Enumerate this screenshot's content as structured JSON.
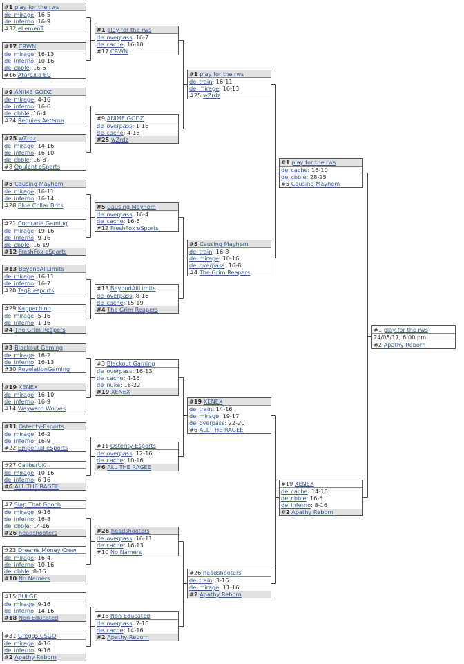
{
  "rounds": [
    [
      {
        "teams": [
          {
            "seed": "#1",
            "name": "play for the rws",
            "win": true
          },
          {
            "seed": "#32",
            "name": "eLemenT",
            "win": false
          }
        ],
        "maps": [
          {
            "map": "de_mirage",
            "score": ": 16-5"
          },
          {
            "map": "de_inferno",
            "score": ": 16-9"
          }
        ]
      },
      {
        "teams": [
          {
            "seed": "#17",
            "name": "CRWN",
            "win": true
          },
          {
            "seed": "#16",
            "name": "Ataraxia EU",
            "win": false
          }
        ],
        "maps": [
          {
            "map": "de_mirage",
            "score": ": 16-13"
          },
          {
            "map": "de_inferno",
            "score": ": 10-16"
          },
          {
            "map": "de_cbble",
            "score": ": 16-6"
          }
        ]
      },
      {
        "teams": [
          {
            "seed": "#9",
            "name": "ANIME GODZ",
            "win": true
          },
          {
            "seed": "#24",
            "name": "Requies Aeterna",
            "win": false
          }
        ],
        "maps": [
          {
            "map": "de_mirage",
            "score": ": 4-16"
          },
          {
            "map": "de_inferno",
            "score": ": 16-6"
          },
          {
            "map": "de_cbble",
            "score": ": 16-4"
          }
        ]
      },
      {
        "teams": [
          {
            "seed": "#25",
            "name": "wZrdz",
            "win": true
          },
          {
            "seed": "#8",
            "name": "Opulent eSports",
            "win": false
          }
        ],
        "maps": [
          {
            "map": "de_mirage",
            "score": ": 14-16"
          },
          {
            "map": "de_inferno",
            "score": ": 16-10"
          },
          {
            "map": "de_cbble",
            "score": ": 16-8"
          }
        ]
      },
      {
        "teams": [
          {
            "seed": "#5",
            "name": "Causing Mayhem",
            "win": true
          },
          {
            "seed": "#28",
            "name": "Blue Collar Brits",
            "win": false
          }
        ],
        "maps": [
          {
            "map": "de_mirage",
            "score": ": 16-11"
          },
          {
            "map": "de_inferno",
            "score": ": 16-14"
          }
        ]
      },
      {
        "teams": [
          {
            "seed": "#21",
            "name": "Comrade Gaming",
            "win": false
          },
          {
            "seed": "#12",
            "name": "FreshFox eSports",
            "win": true
          }
        ],
        "maps": [
          {
            "map": "de_mirage",
            "score": ": 19-16"
          },
          {
            "map": "de_inferno",
            "score": ": 9-16"
          },
          {
            "map": "de_cbble",
            "score": ": 16-19"
          }
        ]
      },
      {
        "teams": [
          {
            "seed": "#13",
            "name": "BeyondAllLimits",
            "win": true
          },
          {
            "seed": "#20",
            "name": "TeqR esports",
            "win": false
          }
        ],
        "maps": [
          {
            "map": "de_mirage",
            "score": ": 16-11"
          },
          {
            "map": "de_inferno",
            "score": ": 16-7"
          }
        ]
      },
      {
        "teams": [
          {
            "seed": "#29",
            "name": "Kappachino",
            "win": false
          },
          {
            "seed": "#4",
            "name": "The Grim Reapers",
            "win": true
          }
        ],
        "maps": [
          {
            "map": "de_mirage",
            "score": ": 5-16"
          },
          {
            "map": "de_inferno",
            "score": ": 1-16"
          }
        ]
      },
      {
        "teams": [
          {
            "seed": "#3",
            "name": "Blackout Gaming",
            "win": true
          },
          {
            "seed": "#30",
            "name": "RevelationGaming",
            "win": false
          }
        ],
        "maps": [
          {
            "map": "de_mirage",
            "score": ": 16-2"
          },
          {
            "map": "de_inferno",
            "score": ": 16-13"
          }
        ]
      },
      {
        "teams": [
          {
            "seed": "#19",
            "name": "XENEX",
            "win": true
          },
          {
            "seed": "#14",
            "name": "Wayward Wolves",
            "win": false
          }
        ],
        "maps": [
          {
            "map": "de_mirage",
            "score": ": 16-10"
          },
          {
            "map": "de_inferno",
            "score": ": 16-9"
          }
        ]
      },
      {
        "teams": [
          {
            "seed": "#11",
            "name": "Osterity-Esports",
            "win": true
          },
          {
            "seed": "#22",
            "name": "Emperiial eSports",
            "win": false
          }
        ],
        "maps": [
          {
            "map": "de_mirage",
            "score": ": 16-2"
          },
          {
            "map": "de_inferno",
            "score": ": 16-9"
          }
        ]
      },
      {
        "teams": [
          {
            "seed": "#27",
            "name": "CaliberUK",
            "win": false
          },
          {
            "seed": "#6",
            "name": "ALL THE RAGEE",
            "win": true
          }
        ],
        "maps": [
          {
            "map": "de_mirage",
            "score": ": 10-16"
          },
          {
            "map": "de_inferno",
            "score": ": 6-16"
          }
        ]
      },
      {
        "teams": [
          {
            "seed": "#7",
            "name": "Slap That Gooch",
            "win": false
          },
          {
            "seed": "#26",
            "name": "headshooters",
            "win": true
          }
        ],
        "maps": [
          {
            "map": "de_mirage",
            "score": ": 9-16"
          },
          {
            "map": "de_inferno",
            "score": ": 16-8"
          },
          {
            "map": "de_cbble",
            "score": ": 14-16"
          }
        ]
      },
      {
        "teams": [
          {
            "seed": "#23",
            "name": "Dreams Money Crew",
            "win": false
          },
          {
            "seed": "#10",
            "name": "No Namers",
            "win": true
          }
        ],
        "maps": [
          {
            "map": "de_mirage",
            "score": ": 16-4"
          },
          {
            "map": "de_inferno",
            "score": ": 10-16"
          },
          {
            "map": "de_cbble",
            "score": ": 8-16"
          }
        ]
      },
      {
        "teams": [
          {
            "seed": "#15",
            "name": "BULGE",
            "win": false
          },
          {
            "seed": "#18",
            "name": "Non Educated",
            "win": true
          }
        ],
        "maps": [
          {
            "map": "de_mirage",
            "score": ": 9-16"
          },
          {
            "map": "de_inferno",
            "score": ": 14-16"
          }
        ]
      },
      {
        "teams": [
          {
            "seed": "#31",
            "name": "Greggs CSGO",
            "win": false
          },
          {
            "seed": "#2",
            "name": "Apathy Reborn",
            "win": true
          }
        ],
        "maps": [
          {
            "map": "de_mirage",
            "score": ": 4-16"
          },
          {
            "map": "de_inferno",
            "score": ": 9-16"
          }
        ]
      }
    ],
    [
      {
        "teams": [
          {
            "seed": "#1",
            "name": "play for the rws",
            "win": true
          },
          {
            "seed": "#17",
            "name": "CRWN",
            "win": false
          }
        ],
        "maps": [
          {
            "map": "de_overpass",
            "score": ": 16-7"
          },
          {
            "map": "de_cache",
            "score": ": 16-10"
          }
        ]
      },
      {
        "teams": [
          {
            "seed": "#9",
            "name": "ANIME GODZ",
            "win": false
          },
          {
            "seed": "#25",
            "name": "wZrdz",
            "win": true
          }
        ],
        "maps": [
          {
            "map": "de_overpass",
            "score": ": 1-16"
          },
          {
            "map": "de_cache",
            "score": ": 4-16"
          }
        ]
      },
      {
        "teams": [
          {
            "seed": "#5",
            "name": "Causing Mayhem",
            "win": true
          },
          {
            "seed": "#12",
            "name": "FreshFox eSports",
            "win": false
          }
        ],
        "maps": [
          {
            "map": "de_overpass",
            "score": ": 16-4"
          },
          {
            "map": "de_cache",
            "score": ": 16-6"
          }
        ]
      },
      {
        "teams": [
          {
            "seed": "#13",
            "name": "BeyondAllLimits",
            "win": false
          },
          {
            "seed": "#4",
            "name": "The Grim Reapers",
            "win": true
          }
        ],
        "maps": [
          {
            "map": "de_overpass",
            "score": ": 8-16"
          },
          {
            "map": "de_cache",
            "score": ": 15-19"
          }
        ]
      },
      {
        "teams": [
          {
            "seed": "#3",
            "name": "Blackout Gaming",
            "win": false
          },
          {
            "seed": "#19",
            "name": "XENEX",
            "win": true
          }
        ],
        "maps": [
          {
            "map": "de_overpass",
            "score": ": 16-13"
          },
          {
            "map": "de_cache",
            "score": ": 4-16"
          },
          {
            "map": "de_nuke",
            "score": ": 18-22"
          }
        ]
      },
      {
        "teams": [
          {
            "seed": "#11",
            "name": "Osterity-Esports",
            "win": false
          },
          {
            "seed": "#6",
            "name": "ALL THE RAGEE",
            "win": true
          }
        ],
        "maps": [
          {
            "map": "de_overpass",
            "score": ": 12-16"
          },
          {
            "map": "de_cache",
            "score": ": 10-16"
          }
        ]
      },
      {
        "teams": [
          {
            "seed": "#26",
            "name": "headshooters",
            "win": true
          },
          {
            "seed": "#10",
            "name": "No Namers",
            "win": false
          }
        ],
        "maps": [
          {
            "map": "de_overpass",
            "score": ": 16-11"
          },
          {
            "map": "de_cache",
            "score": ": 16-13"
          }
        ]
      },
      {
        "teams": [
          {
            "seed": "#18",
            "name": "Non Educated",
            "win": false
          },
          {
            "seed": "#2",
            "name": "Apathy Reborn",
            "win": true
          }
        ],
        "maps": [
          {
            "map": "de_overpass",
            "score": ": 7-16"
          },
          {
            "map": "de_cache",
            "score": ": 14-16"
          }
        ]
      }
    ],
    [
      {
        "teams": [
          {
            "seed": "#1",
            "name": "play for the rws",
            "win": true
          },
          {
            "seed": "#25",
            "name": "wZrdz",
            "win": false
          }
        ],
        "maps": [
          {
            "map": "de_train",
            "score": ": 16-11"
          },
          {
            "map": "de_mirage",
            "score": ": 16-13"
          }
        ]
      },
      {
        "teams": [
          {
            "seed": "#5",
            "name": "Causing Mayhem",
            "win": true
          },
          {
            "seed": "#4",
            "name": "The Grim Reapers",
            "win": false
          }
        ],
        "maps": [
          {
            "map": "de_train",
            "score": ": 16-8"
          },
          {
            "map": "de_mirage",
            "score": ": 10-16"
          },
          {
            "map": "de_overpass",
            "score": ": 16-8"
          }
        ]
      },
      {
        "teams": [
          {
            "seed": "#19",
            "name": "XENEX",
            "win": true
          },
          {
            "seed": "#6",
            "name": "ALL THE RAGEE",
            "win": false
          }
        ],
        "maps": [
          {
            "map": "de_train",
            "score": ": 14-16"
          },
          {
            "map": "de_mirage",
            "score": ": 19-17"
          },
          {
            "map": "de_overpass",
            "score": ": 22-20"
          }
        ]
      },
      {
        "teams": [
          {
            "seed": "#26",
            "name": "headshooters",
            "win": false
          },
          {
            "seed": "#2",
            "name": "Apathy Reborn",
            "win": true
          }
        ],
        "maps": [
          {
            "map": "de_train",
            "score": ": 3-16"
          },
          {
            "map": "de_mirage",
            "score": ": 11-16"
          }
        ]
      }
    ],
    [
      {
        "teams": [
          {
            "seed": "#1",
            "name": "play for the rws",
            "win": true
          },
          {
            "seed": "#5",
            "name": "Causing Mayhem",
            "win": false
          }
        ],
        "maps": [
          {
            "map": "de_cache",
            "score": ": 16-10"
          },
          {
            "map": "de_cbble",
            "score": ": 28-25"
          }
        ]
      },
      {
        "teams": [
          {
            "seed": "#19",
            "name": "XENEX",
            "win": false
          },
          {
            "seed": "#2",
            "name": "Apathy Reborn",
            "win": true
          }
        ],
        "maps": [
          {
            "map": "de_cache",
            "score": ": 14-16"
          },
          {
            "map": "de_cbble",
            "score": ": 16-5"
          },
          {
            "map": "de_inferno",
            "score": ": 8-16"
          }
        ]
      }
    ]
  ],
  "final": {
    "teams": [
      {
        "seed": "#1",
        "name": "play for the rws",
        "win": false
      },
      {
        "seed": "#2",
        "name": "Apathy Reborn",
        "win": false
      }
    ],
    "datetime": "24/08/17, 6:00 pm"
  }
}
